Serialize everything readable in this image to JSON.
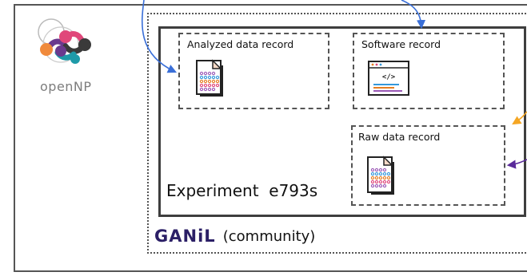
{
  "records": {
    "analyzed": {
      "label": "Analyzed data record",
      "icon": "data-document-icon"
    },
    "software": {
      "label": "Software record",
      "icon": "code-window-icon",
      "code_glyph": "</>"
    },
    "raw": {
      "label": "Raw data record",
      "icon": "data-document-icon"
    }
  },
  "experiment": {
    "label": "Experiment  e793s"
  },
  "community": {
    "logo": "GANiL",
    "suffix": "(community)"
  },
  "opennp": {
    "logo_text": "openNP"
  },
  "colors": {
    "blue_arrow": "#3a6fd8",
    "orange_arrow": "#f5a623",
    "purple_arrow": "#5a2a9a",
    "ganil_purple": "#2b1f66",
    "logo_orange": "#f08a3c",
    "logo_pink": "#e0477a",
    "logo_purple": "#6a3a8e",
    "logo_teal": "#1e9aa8",
    "logo_dark": "#3a3a3a"
  }
}
